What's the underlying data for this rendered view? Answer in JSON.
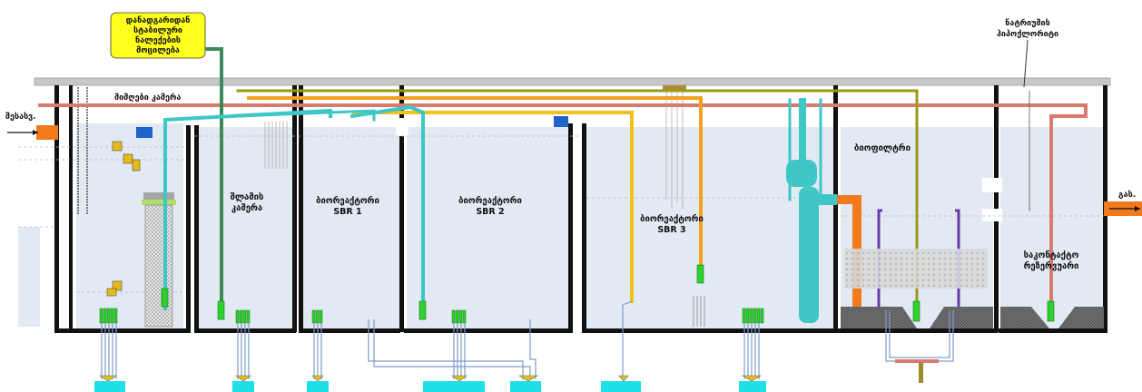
{
  "callout_dosing": {
    "line1": "დანადგარიდან",
    "line2": "სტაბილური",
    "line3": "ნალექების",
    "line4": "მოცილება"
  },
  "inlet_label": "შესასვ.",
  "outlet_label": "გას.",
  "hypochlorite": {
    "line1": "ნატრიუმის",
    "line2": "ჰიპოქლორიტი"
  },
  "chambers": {
    "receiving": "მიმღები კამერა",
    "sludge": {
      "line1": "შლამის",
      "line2": "კამერა"
    },
    "sbr1": {
      "line1": "ბიორეაქტორი",
      "line2": "SBR 1"
    },
    "sbr2": {
      "line1": "ბიორეაქტორი",
      "line2": "SBR 2"
    },
    "sbr3": {
      "line1": "ბიორეაქტორი",
      "line2": "SBR 3"
    },
    "biofilter": "ბიოფილტრი",
    "contact": {
      "line1": "საკონტაქტო",
      "line2": "რეზერვუარი"
    }
  },
  "colors": {
    "teal": "#3fc6c6",
    "orange": "#f07a1c",
    "yellow": "#f2c21c",
    "olive": "#9a9a18",
    "salmon": "#d97a6e",
    "green_pump": "#2ed12e",
    "dark_green_pipe": "#3a8a5a",
    "blower_cyan": "#1ee0e6",
    "purple": "#6a3aa8",
    "callout_fill": "#ffff1e"
  }
}
